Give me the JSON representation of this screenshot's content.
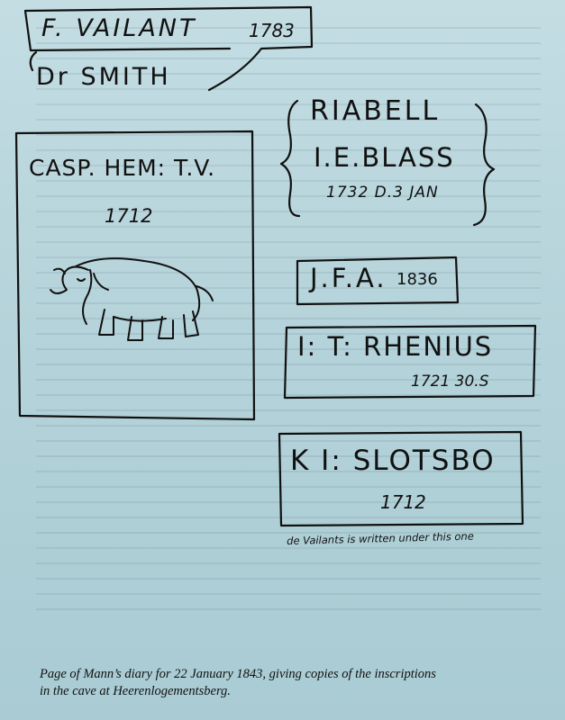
{
  "inscriptions": {
    "vailant": {
      "name": "F. VAILANT",
      "year": "1783"
    },
    "smith": {
      "name": "Dr SMITH"
    },
    "casp": {
      "name": "CASP. HEM: T.V.",
      "year": "1712"
    },
    "riabell": {
      "line1": "RIABELL",
      "line2": "I.E.BLASS",
      "date": "1732  D.3 JAN"
    },
    "jfa": {
      "name": "J.F.A.",
      "year": "1836"
    },
    "rhenius": {
      "name": "I: T: RHENIUS",
      "date": "1721  30.S"
    },
    "slotsbo": {
      "name": "K I: SLOTSBO",
      "year": "1712"
    },
    "note": "de Vailants is written under this one"
  },
  "caption": {
    "line1": "Page of Mann’s diary for 22 January 1843, giving copies of the inscriptions",
    "line2": "in the cave at Heerenlogementsberg."
  },
  "colors": {
    "paper": "#b9d6dc",
    "ink": "#111111"
  },
  "drawing": {
    "subject": "elephant-sketch"
  }
}
